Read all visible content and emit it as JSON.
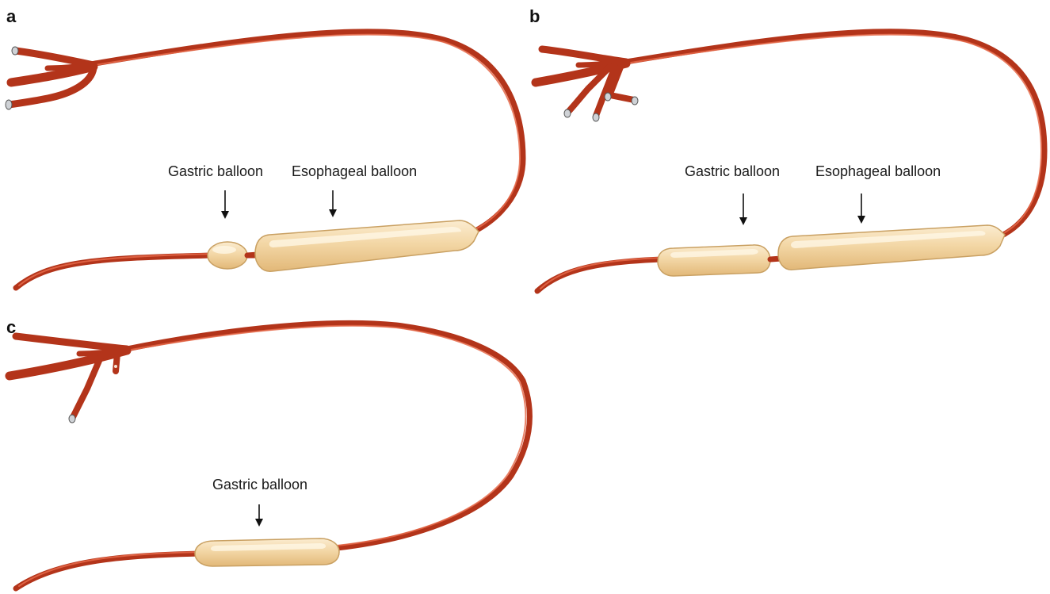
{
  "panels": [
    {
      "letter": "a",
      "labels": {
        "gastric": "Gastric balloon",
        "esophageal": "Esophageal balloon"
      }
    },
    {
      "letter": "b",
      "labels": {
        "gastric": "Gastric balloon",
        "esophageal": "Esophageal balloon"
      }
    },
    {
      "letter": "c",
      "labels": {
        "gastric": "Gastric balloon"
      }
    }
  ],
  "colors": {
    "tube": "#b3341a",
    "tube_highlight": "#e56a4a",
    "balloon": "#f3d7a6",
    "balloon_outline": "#c9a062",
    "port_cap": "#cfd2d6"
  }
}
